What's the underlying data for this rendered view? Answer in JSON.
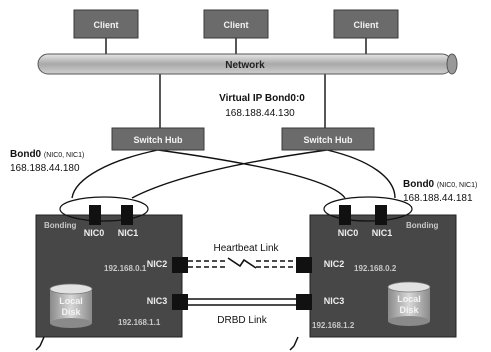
{
  "clients": [
    "Client",
    "Client",
    "Client"
  ],
  "network": {
    "label": "Network"
  },
  "vip": {
    "title": "Virtual IP Bond0:0",
    "address": "168.188.44.130"
  },
  "switches": [
    "Switch Hub",
    "Switch Hub"
  ],
  "left_bond": {
    "name": "Bond0",
    "nics": "(NIC0, NIC1)",
    "address": "168.188.44.180"
  },
  "right_bond": {
    "name": "Bond0",
    "nics": "(NIC0, NIC1)",
    "address": "168.188.44.181"
  },
  "left_server": {
    "tag": "Bonding",
    "nic0": "NIC0",
    "nic1": "NIC1",
    "nic2": "NIC2",
    "nic3": "NIC3",
    "ip_heartbeat": "192.168.0.1",
    "ip_drbd": "192.168.1.1",
    "disk": [
      "Local",
      "Disk"
    ]
  },
  "right_server": {
    "tag": "Bonding",
    "nic0": "NIC0",
    "nic1": "NIC1",
    "nic2": "NIC2",
    "nic3": "NIC3",
    "ip_heartbeat": "192.168.0.2",
    "ip_drbd": "192.168.1.2",
    "disk": [
      "Local",
      "Disk"
    ]
  },
  "links": {
    "heartbeat": "Heartbeat Link",
    "drbd": "DRBD Link"
  },
  "colors": {
    "server": "#4a4a4a",
    "box": "#6b6b6b",
    "network_bar": "#b9b9b9",
    "nic": "#1a1a1a",
    "line": "#111111"
  }
}
